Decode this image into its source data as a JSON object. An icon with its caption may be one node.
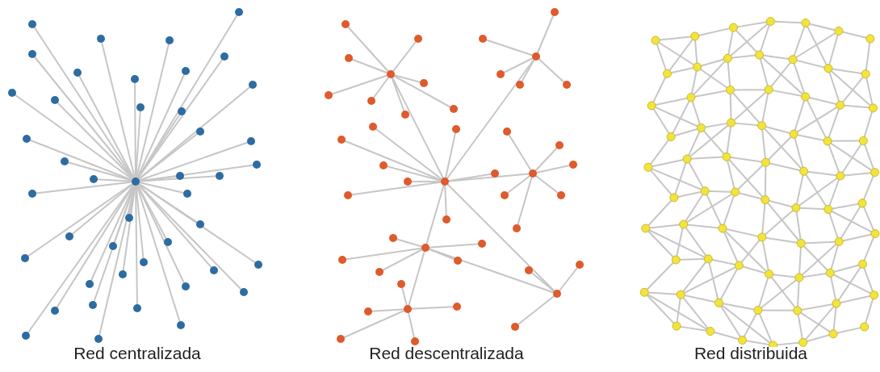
{
  "diagram": {
    "labels": [
      "Red centralizada",
      "Red descentralizada",
      "Red distribuida"
    ]
  }
}
